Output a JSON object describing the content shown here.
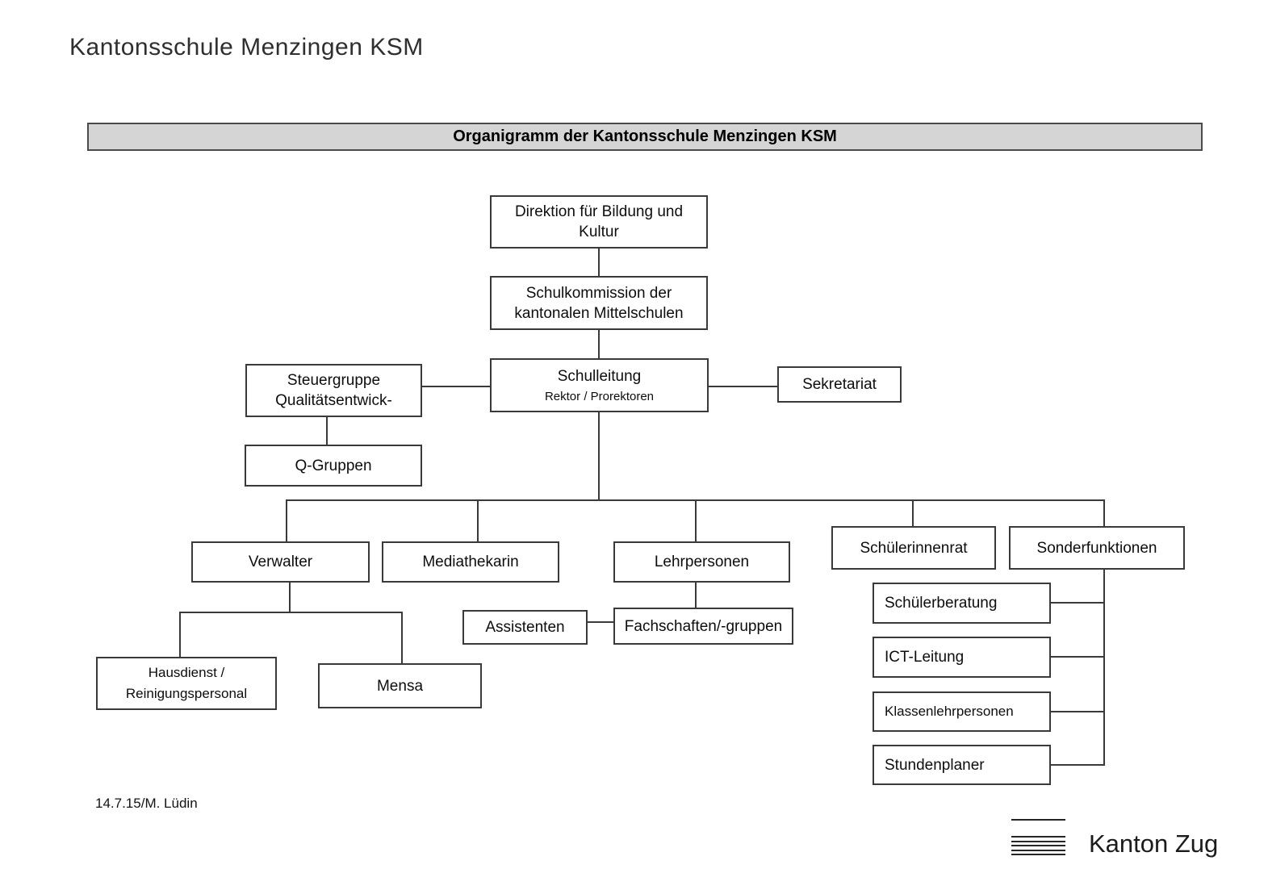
{
  "header": {
    "title": "Kantonsschule Menzingen KSM"
  },
  "banner": {
    "title": "Organigramm der Kantonsschule Menzingen KSM",
    "background": "#d5d5d5"
  },
  "org": {
    "nodes": {
      "direktion": {
        "line1": "Direktion für Bildung und",
        "line2": "Kultur"
      },
      "schulkommission": {
        "line1": "Schulkommission der",
        "line2": "kantonalen Mittelschulen"
      },
      "schulleitung": {
        "title": "Schulleitung",
        "subtitle": "Rektor / Prorektoren"
      },
      "steuergruppe": {
        "line1": "Steuergruppe",
        "line2": "Qualitätsentwick-"
      },
      "sekretariat": {
        "label": "Sekretariat"
      },
      "qgruppen": {
        "label": "Q-Gruppen"
      },
      "verwalter": {
        "label": "Verwalter"
      },
      "mediathekarin": {
        "label": "Mediathekarin"
      },
      "lehrpersonen": {
        "label": "Lehrpersonen"
      },
      "schuelerinnenrat": {
        "label": "Schülerinnenrat"
      },
      "sonderfunktionen": {
        "label": "Sonderfunktionen"
      },
      "assistenten": {
        "label": "Assistenten"
      },
      "fachschaften": {
        "label": "Fachschaften/-gruppen"
      },
      "hausdienst": {
        "line1": "Hausdienst /",
        "line2": "Reinigungspersonal"
      },
      "mensa": {
        "label": "Mensa"
      },
      "schuelerberatung": {
        "label": "Schülerberatung"
      },
      "ict": {
        "label": "ICT-Leitung"
      },
      "klassenlehrpersonen": {
        "label": "Klassenlehrpersonen"
      },
      "stundenplaner": {
        "label": "Stundenplaner"
      }
    },
    "edges": [
      {
        "from": "direktion",
        "to": "schulkommission"
      },
      {
        "from": "schulkommission",
        "to": "schulleitung"
      },
      {
        "from": "steuergruppe",
        "to": "schulleitung"
      },
      {
        "from": "schulleitung",
        "to": "sekretariat"
      },
      {
        "from": "steuergruppe",
        "to": "qgruppen"
      },
      {
        "from": "schulleitung",
        "to": "verwalter"
      },
      {
        "from": "schulleitung",
        "to": "mediathekarin"
      },
      {
        "from": "schulleitung",
        "to": "lehrpersonen"
      },
      {
        "from": "schulleitung",
        "to": "schuelerinnenrat"
      },
      {
        "from": "schulleitung",
        "to": "sonderfunktionen"
      },
      {
        "from": "verwalter",
        "to": "hausdienst"
      },
      {
        "from": "verwalter",
        "to": "mensa"
      },
      {
        "from": "lehrpersonen",
        "to": "fachschaften"
      },
      {
        "from": "assistenten",
        "to": "fachschaften"
      },
      {
        "from": "sonderfunktionen",
        "to": "schuelerberatung"
      },
      {
        "from": "sonderfunktionen",
        "to": "ict"
      },
      {
        "from": "sonderfunktionen",
        "to": "klassenlehrpersonen"
      },
      {
        "from": "sonderfunktionen",
        "to": "stundenplaner"
      }
    ]
  },
  "footer": {
    "text": "14.7.15/M. Lüdin"
  },
  "logo": {
    "text": "Kanton Zug"
  },
  "colors": {
    "line": "#3a3a3a",
    "box_border": "#3a3a3a",
    "banner_bg": "#d5d5d5"
  }
}
